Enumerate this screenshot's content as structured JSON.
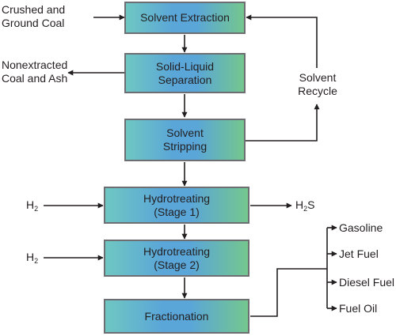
{
  "boxes": {
    "solvent_extraction": [
      "Solvent Extraction"
    ],
    "solid_liquid_separation": [
      "Solid-Liquid",
      "Separation"
    ],
    "solvent_stripping": [
      "Solvent",
      "Stripping"
    ],
    "hydrotreating_1": [
      "Hydrotreating",
      "(Stage 1)"
    ],
    "hydrotreating_2": [
      "Hydrotreating",
      "(Stage 2)"
    ],
    "fractionation": [
      "Fractionation"
    ]
  },
  "labels": {
    "coal_input": [
      "Crushed and",
      "Ground Coal"
    ],
    "nonextracted": [
      "Nonextracted",
      "Coal and Ash"
    ],
    "solvent_recycle": [
      "Solvent",
      "Recycle"
    ],
    "h2_stage1": {
      "base": "H",
      "sub": "2"
    },
    "h2s_output": {
      "base": "H",
      "sub": "2",
      "tail": "S"
    },
    "h2_stage2": {
      "base": "H",
      "sub": "2"
    }
  },
  "products": [
    "Gasoline",
    "Jet Fuel",
    "Diesel Fuel",
    "Fuel Oil"
  ],
  "colors": {
    "line": "#231f20",
    "box_border": "#6d6e71"
  }
}
